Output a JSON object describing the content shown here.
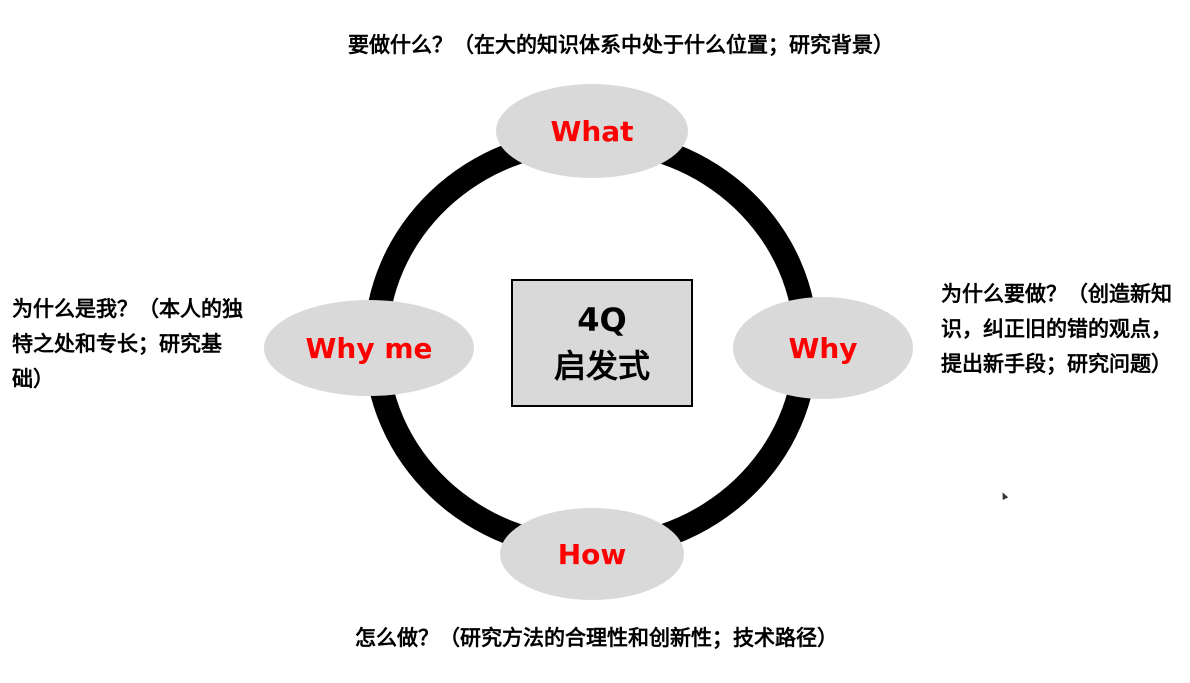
{
  "diagram": {
    "center": {
      "line1": "4Q",
      "line2": "启发式"
    },
    "nodes": {
      "what": "What",
      "why": "Why",
      "why_me": "Why me",
      "how": "How"
    },
    "captions": {
      "top": "要做什么？（在大的知识体系中处于什么位置；研究背景）",
      "right": "为什么要做？（创造新知识，纠正旧的错的观点，提出新手段；研究问题）",
      "left": "为什么是我？（本人的独特之处和专长；研究基础）",
      "bottom": "怎么做？（研究方法的合理性和创新性；技术路径）"
    },
    "colors": {
      "ring": "#000000",
      "node_fill": "#d9d9d9",
      "node_text": "#ff0000",
      "center_fill": "#d9d9d9",
      "caption_text": "#000000"
    }
  }
}
